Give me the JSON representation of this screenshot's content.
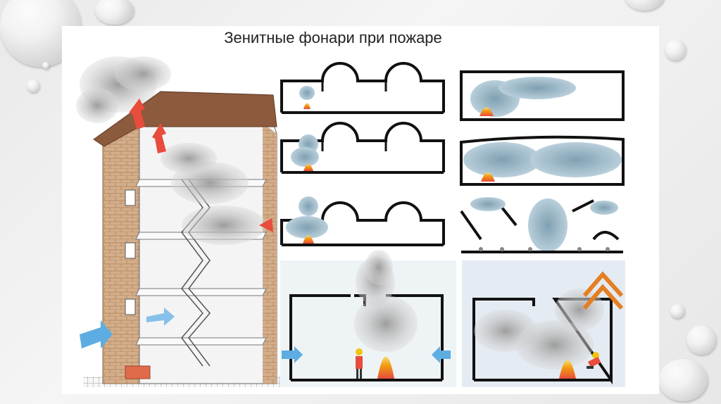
{
  "slide": {
    "title": "Зенитные фонари при пожаре"
  },
  "colors": {
    "smoke_blue": "#9ab8c8",
    "smoke_gray": "#9a9a9a",
    "fire_orange": "#f39c12",
    "fire_red": "#e74c3c",
    "brick": "#c9a27d",
    "roof": "#8c5a3c",
    "arrow_blue": "#5dade2",
    "chevron_orange": "#e67e22"
  },
  "figure": {
    "description_icons": [
      "building-cutaway",
      "smoke-diagram",
      "fire-icon",
      "firefighter-icon",
      "air-arrow-icon",
      "chevron-up-icon"
    ]
  }
}
